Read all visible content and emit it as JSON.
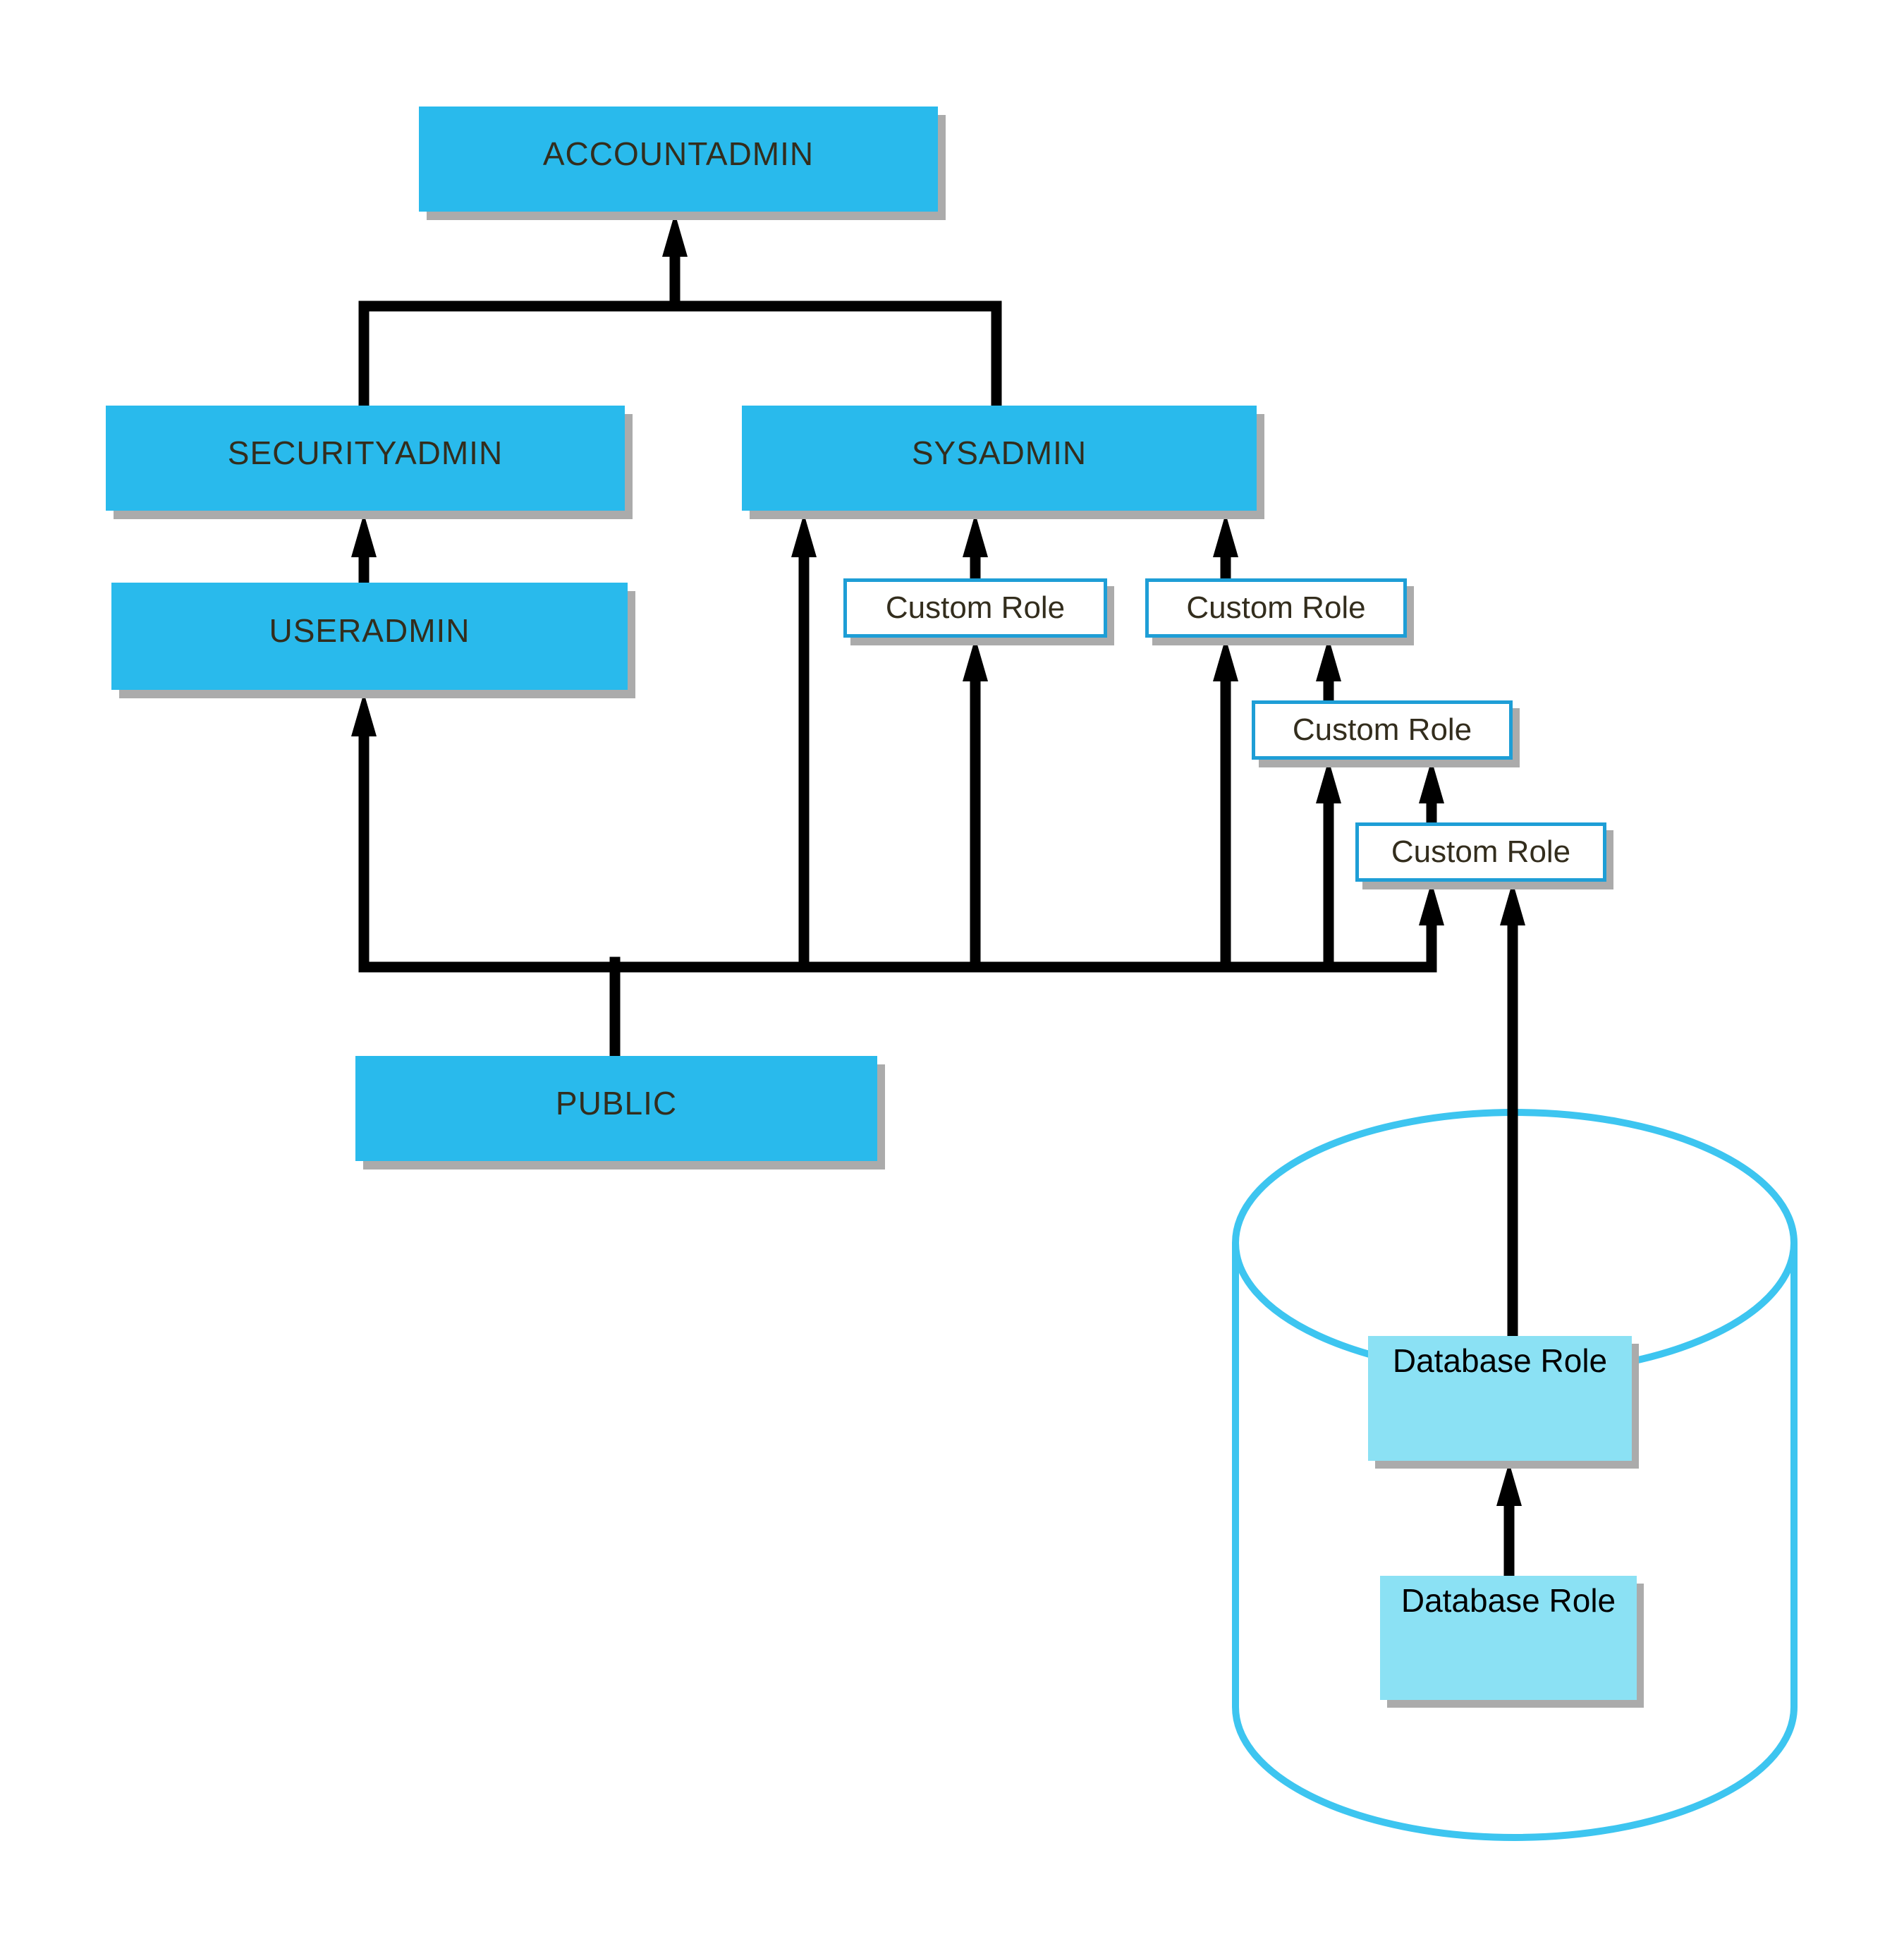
{
  "nodes": {
    "accountadmin": {
      "label": "ACCOUNTADMIN",
      "type": "system-role"
    },
    "securityadmin": {
      "label": "SECURITYADMIN",
      "type": "system-role"
    },
    "sysadmin": {
      "label": "SYSADMIN",
      "type": "system-role"
    },
    "useradmin": {
      "label": "USERADMIN",
      "type": "system-role"
    },
    "public": {
      "label": "PUBLIC",
      "type": "system-role"
    },
    "custom_role_1": {
      "label": "Custom Role",
      "type": "custom-role"
    },
    "custom_role_2": {
      "label": "Custom Role",
      "type": "custom-role"
    },
    "custom_role_3": {
      "label": "Custom Role",
      "type": "custom-role"
    },
    "custom_role_4": {
      "label": "Custom Role",
      "type": "custom-role"
    },
    "database_role_1": {
      "label": "Database Role",
      "type": "database-role"
    },
    "database_role_2": {
      "label": "Database Role",
      "type": "database-role"
    }
  },
  "container": {
    "shape": "database-cylinder",
    "contains": [
      "database_role_1",
      "database_role_2"
    ]
  },
  "edges": [
    {
      "from": "securityadmin",
      "to": "accountadmin"
    },
    {
      "from": "sysadmin",
      "to": "accountadmin"
    },
    {
      "from": "useradmin",
      "to": "securityadmin"
    },
    {
      "from": "public",
      "to": "useradmin"
    },
    {
      "from": "public",
      "to": "sysadmin"
    },
    {
      "from": "public",
      "to": "custom_role_1"
    },
    {
      "from": "public",
      "to": "custom_role_2"
    },
    {
      "from": "public",
      "to": "custom_role_3"
    },
    {
      "from": "public",
      "to": "custom_role_4"
    },
    {
      "from": "custom_role_1",
      "to": "sysadmin"
    },
    {
      "from": "custom_role_2",
      "to": "sysadmin"
    },
    {
      "from": "custom_role_3",
      "to": "custom_role_2"
    },
    {
      "from": "custom_role_4",
      "to": "custom_role_3"
    },
    {
      "from": "database_role_1",
      "to": "custom_role_4"
    },
    {
      "from": "database_role_2",
      "to": "database_role_1"
    }
  ],
  "colors": {
    "system_box_fill": "#29BAEC",
    "database_role_fill": "#8BE1F4",
    "custom_role_border": "#1E9ED6",
    "cylinder_stroke": "#3DC5F0",
    "connector": "#000000",
    "label_text": "#332D1D",
    "database_label_text": "#000000",
    "shadow": "#ABABAB",
    "background": "#FFFFFF"
  }
}
